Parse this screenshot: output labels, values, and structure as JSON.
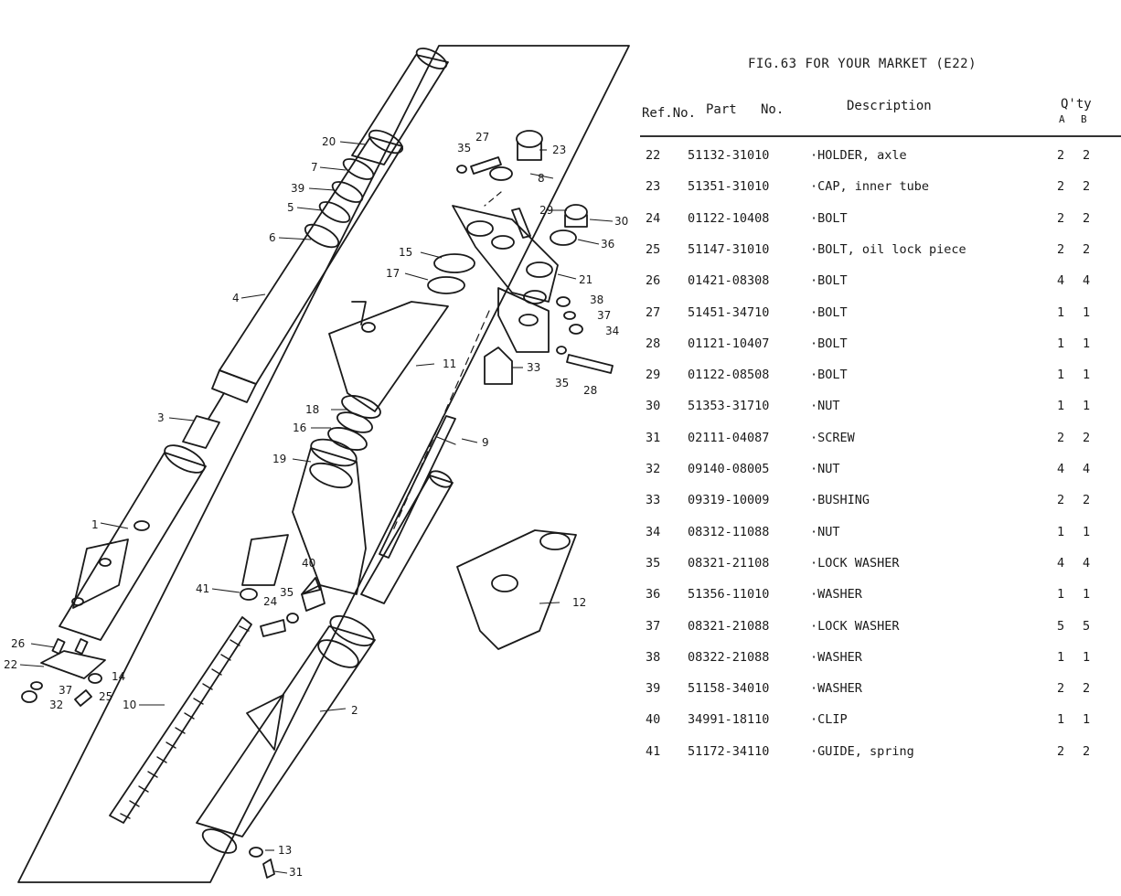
{
  "header": {
    "title": "FIG.63  FOR YOUR MARKET (E22)",
    "col_ref": "Ref.No.",
    "col_part": "Part",
    "col_no": "No.",
    "col_desc": "Description",
    "col_qty": "Q'ty",
    "col_a": "A",
    "col_b": "B"
  },
  "parts": [
    {
      "ref": "22",
      "part": "51132-31010",
      "desc": "·HOLDER, axle",
      "a": "2",
      "b": "2"
    },
    {
      "ref": "23",
      "part": "51351-31010",
      "desc": "·CAP, inner tube",
      "a": "2",
      "b": "2"
    },
    {
      "ref": "24",
      "part": "01122-10408",
      "desc": "·BOLT",
      "a": "2",
      "b": "2"
    },
    {
      "ref": "25",
      "part": "51147-31010",
      "desc": "·BOLT, oil lock piece",
      "a": "2",
      "b": "2"
    },
    {
      "ref": "26",
      "part": "01421-08308",
      "desc": "·BOLT",
      "a": "4",
      "b": "4"
    },
    {
      "ref": "27",
      "part": "51451-34710",
      "desc": "·BOLT",
      "a": "1",
      "b": "1"
    },
    {
      "ref": "28",
      "part": "01121-10407",
      "desc": "·BOLT",
      "a": "1",
      "b": "1"
    },
    {
      "ref": "29",
      "part": "01122-08508",
      "desc": "·BOLT",
      "a": "1",
      "b": "1"
    },
    {
      "ref": "30",
      "part": "51353-31710",
      "desc": "·NUT",
      "a": "1",
      "b": "1"
    },
    {
      "ref": "31",
      "part": "02111-04087",
      "desc": "·SCREW",
      "a": "2",
      "b": "2"
    },
    {
      "ref": "32",
      "part": "09140-08005",
      "desc": "·NUT",
      "a": "4",
      "b": "4"
    },
    {
      "ref": "33",
      "part": "09319-10009",
      "desc": "·BUSHING",
      "a": "2",
      "b": "2"
    },
    {
      "ref": "34",
      "part": "08312-11088",
      "desc": "·NUT",
      "a": "1",
      "b": "1"
    },
    {
      "ref": "35",
      "part": "08321-21108",
      "desc": "·LOCK WASHER",
      "a": "4",
      "b": "4"
    },
    {
      "ref": "36",
      "part": "51356-11010",
      "desc": "·WASHER",
      "a": "1",
      "b": "1"
    },
    {
      "ref": "37",
      "part": "08321-21088",
      "desc": "·LOCK WASHER",
      "a": "5",
      "b": "5"
    },
    {
      "ref": "38",
      "part": "08322-21088",
      "desc": "·WASHER",
      "a": "1",
      "b": "1"
    },
    {
      "ref": "39",
      "part": "51158-34010",
      "desc": "·WASHER",
      "a": "2",
      "b": "2"
    },
    {
      "ref": "40",
      "part": "34991-18110",
      "desc": "·CLIP",
      "a": "1",
      "b": "1"
    },
    {
      "ref": "41",
      "part": "51172-34110",
      "desc": "·GUIDE, spring",
      "a": "2",
      "b": "2"
    }
  ],
  "callouts": [
    "20",
    "7",
    "39",
    "5",
    "6",
    "4",
    "3",
    "1",
    "26",
    "22",
    "37",
    "32",
    "14",
    "25",
    "10",
    "2",
    "13",
    "31",
    "27",
    "35",
    "23",
    "8",
    "29",
    "30",
    "36",
    "15",
    "17",
    "21",
    "38",
    "37",
    "34",
    "11",
    "33",
    "35",
    "28",
    "18",
    "16",
    "19",
    "9",
    "40",
    "41",
    "24",
    "35",
    "12"
  ]
}
